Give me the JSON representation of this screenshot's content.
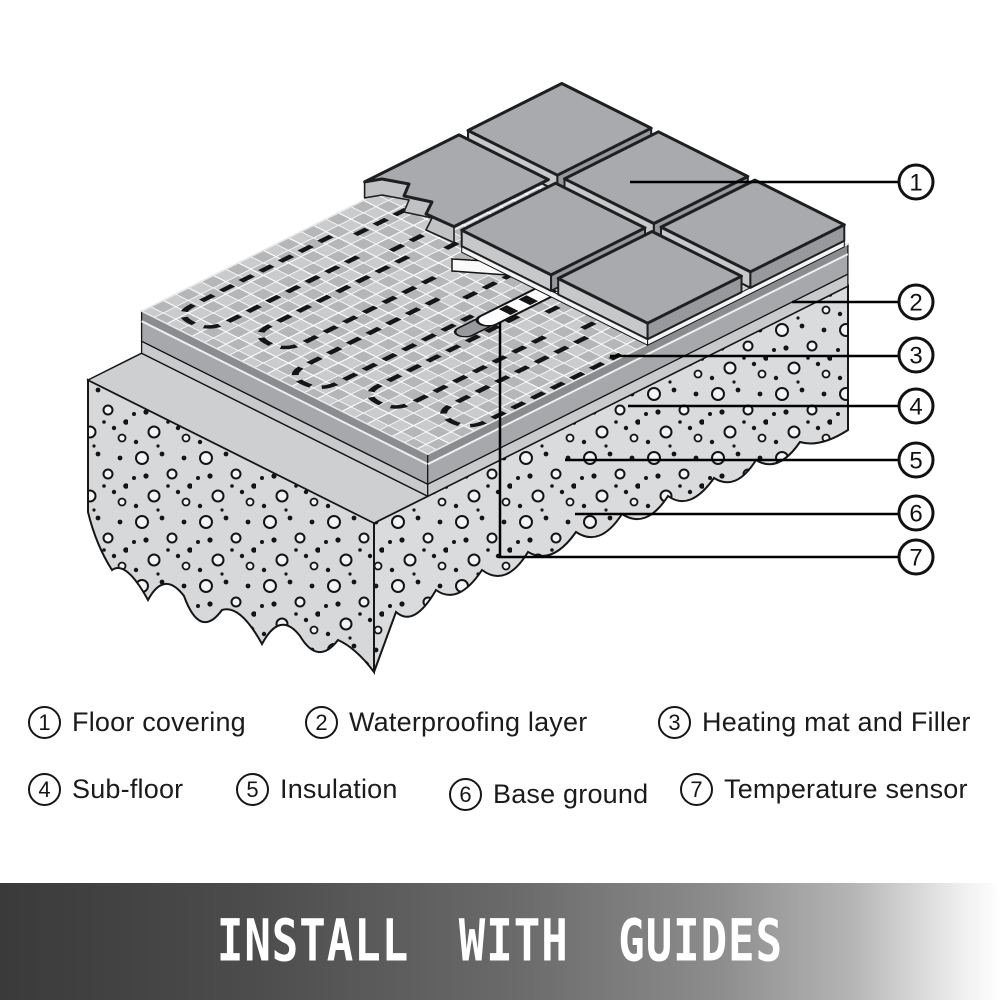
{
  "legend": {
    "items": [
      {
        "number": "1",
        "label": "Floor covering"
      },
      {
        "number": "2",
        "label": "Waterproofing layer"
      },
      {
        "number": "3",
        "label": "Heating mat and Filler"
      },
      {
        "number": "4",
        "label": "Sub-floor"
      },
      {
        "number": "5",
        "label": "Insulation"
      },
      {
        "number": "6",
        "label": "Base ground"
      },
      {
        "number": "7",
        "label": "Temperature sensor"
      }
    ]
  },
  "banner": {
    "text": "INSTALL WITH GUIDES"
  },
  "colors": {
    "outline": "#161616",
    "tile_top": "#a8aaad",
    "tile_side_light": "#c6c8ca",
    "tile_side_dark": "#97999c",
    "mesh_light": "#c9cbcd",
    "mesh_dark": "#b4b6b8",
    "filler_band": "#8a8c8f",
    "subfloor_band": "#a6a8ab",
    "insulation_band": "#c8cacc",
    "ledge": "#cdcfd1",
    "concrete": "#d7d8da",
    "waterproofing": "#f4f4f4",
    "banner_gradient_left": "#3a3a3a",
    "banner_gradient_right": "#ffffff",
    "banner_text": "#ffffff"
  }
}
